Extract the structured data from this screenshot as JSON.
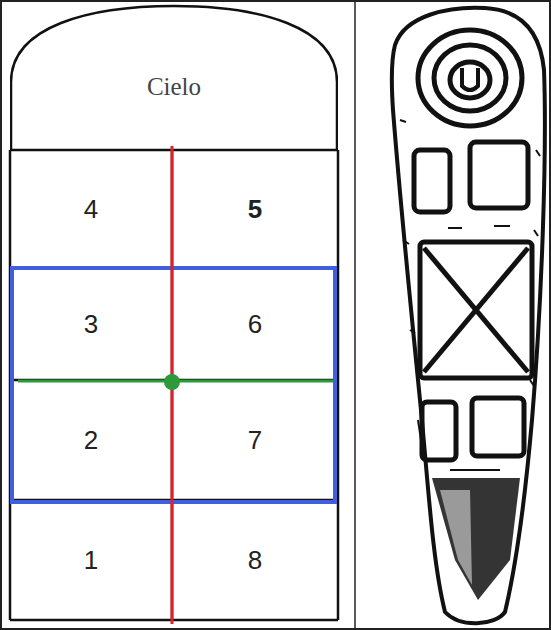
{
  "diagram": {
    "nodes": [
      {
        "text": [
          "Cielo"
        ]
      },
      {
        "text": [
          "4"
        ]
      },
      {
        "text": [
          "5"
        ]
      },
      {
        "text": [
          "3"
        ]
      },
      {
        "text": [
          "6"
        ]
      },
      {
        "text": [
          "2"
        ]
      },
      {
        "text": [
          "7"
        ]
      },
      {
        "text": [
          "1"
        ]
      },
      {
        "text": [
          "8"
        ]
      }
    ]
  }
}
